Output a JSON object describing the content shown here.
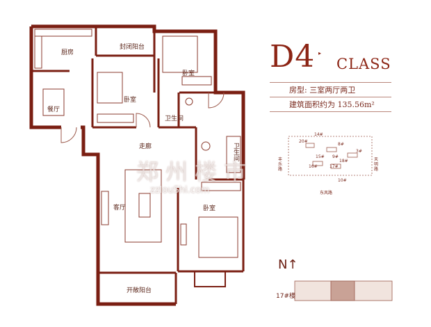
{
  "unit": {
    "code": "D4",
    "class_label": "CLASS",
    "type_line": "房型: 三室两厅两卫",
    "area_line": "建筑面积约为 135.56m²"
  },
  "rooms": {
    "kitchen": "厨房",
    "enclosed_balcony": "封闭阳台",
    "bedroom_top_right": "卧室",
    "bedroom_middle": "卧室",
    "dining": "餐厅",
    "bathroom_main": "卫生间",
    "bathroom_ensuite": "卫生间",
    "corridor": "走廊",
    "living": "客厅",
    "bedroom_master": "卧室",
    "open_balcony": "开敞阳台"
  },
  "north_marker": "N↑",
  "building_label": "17#楼",
  "watermark": {
    "text": "郑州楼市",
    "url": "zzlouShi.com"
  },
  "site_plan": {
    "buildings": [
      "14#",
      "20#",
      "8#",
      "16#",
      "15#",
      "17#",
      "18#",
      "3#",
      "10#",
      "9#"
    ],
    "roads": [
      "丰乐路",
      "天明路",
      "东风路"
    ]
  },
  "colors": {
    "wall": "#7a1e12",
    "accent": "#8c2414",
    "line": "#b9867a"
  }
}
